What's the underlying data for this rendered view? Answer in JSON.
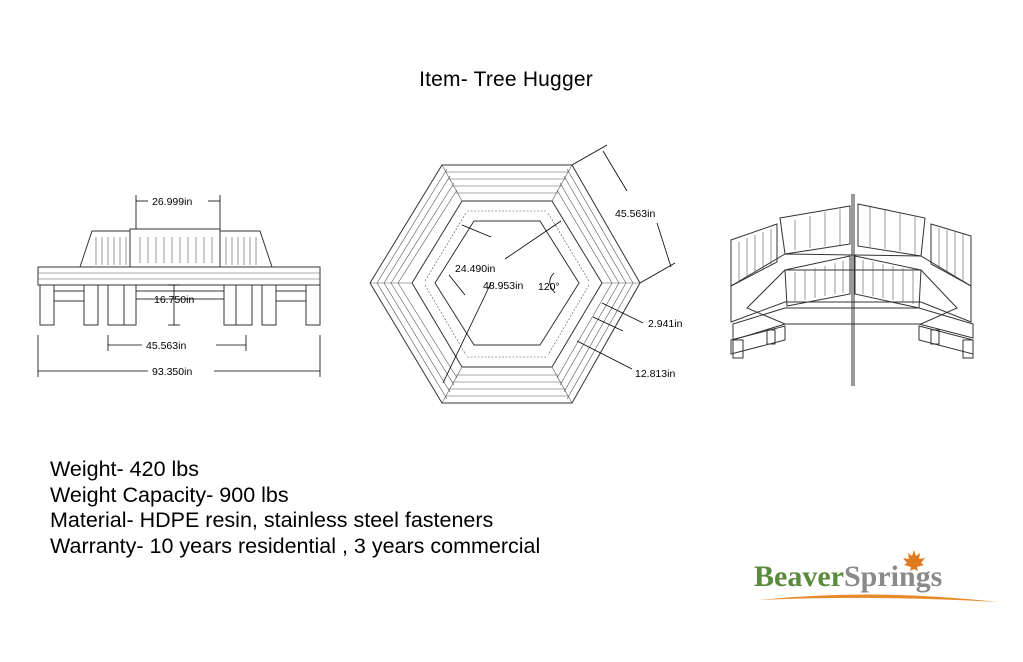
{
  "title": "Item- Tree Hugger",
  "specs": [
    "Weight- 420 lbs",
    "Weight Capacity- 900 lbs",
    "Material- HDPE resin, stainless steel fasteners",
    "Warranty- 10 years residential , 3 years commercial"
  ],
  "side_view": {
    "dim_top": "26.999in",
    "dim_height": "16.750in",
    "dim_middle": "45.563in",
    "dim_overall": "93.350in"
  },
  "top_view": {
    "dim_side": "45.563in",
    "dim_inner": "24.490in",
    "dim_across": "48.953in",
    "dim_angle": "120°",
    "dim_board": "2.941in",
    "dim_depth": "12.813in"
  },
  "logo": {
    "part1": "Beaver",
    "part2": "Springs",
    "colors": {
      "beaver": "#5a8a3c",
      "springs": "#8a8a8a",
      "leaf": "#e07a1f",
      "swoosh": "#e8892a"
    }
  }
}
